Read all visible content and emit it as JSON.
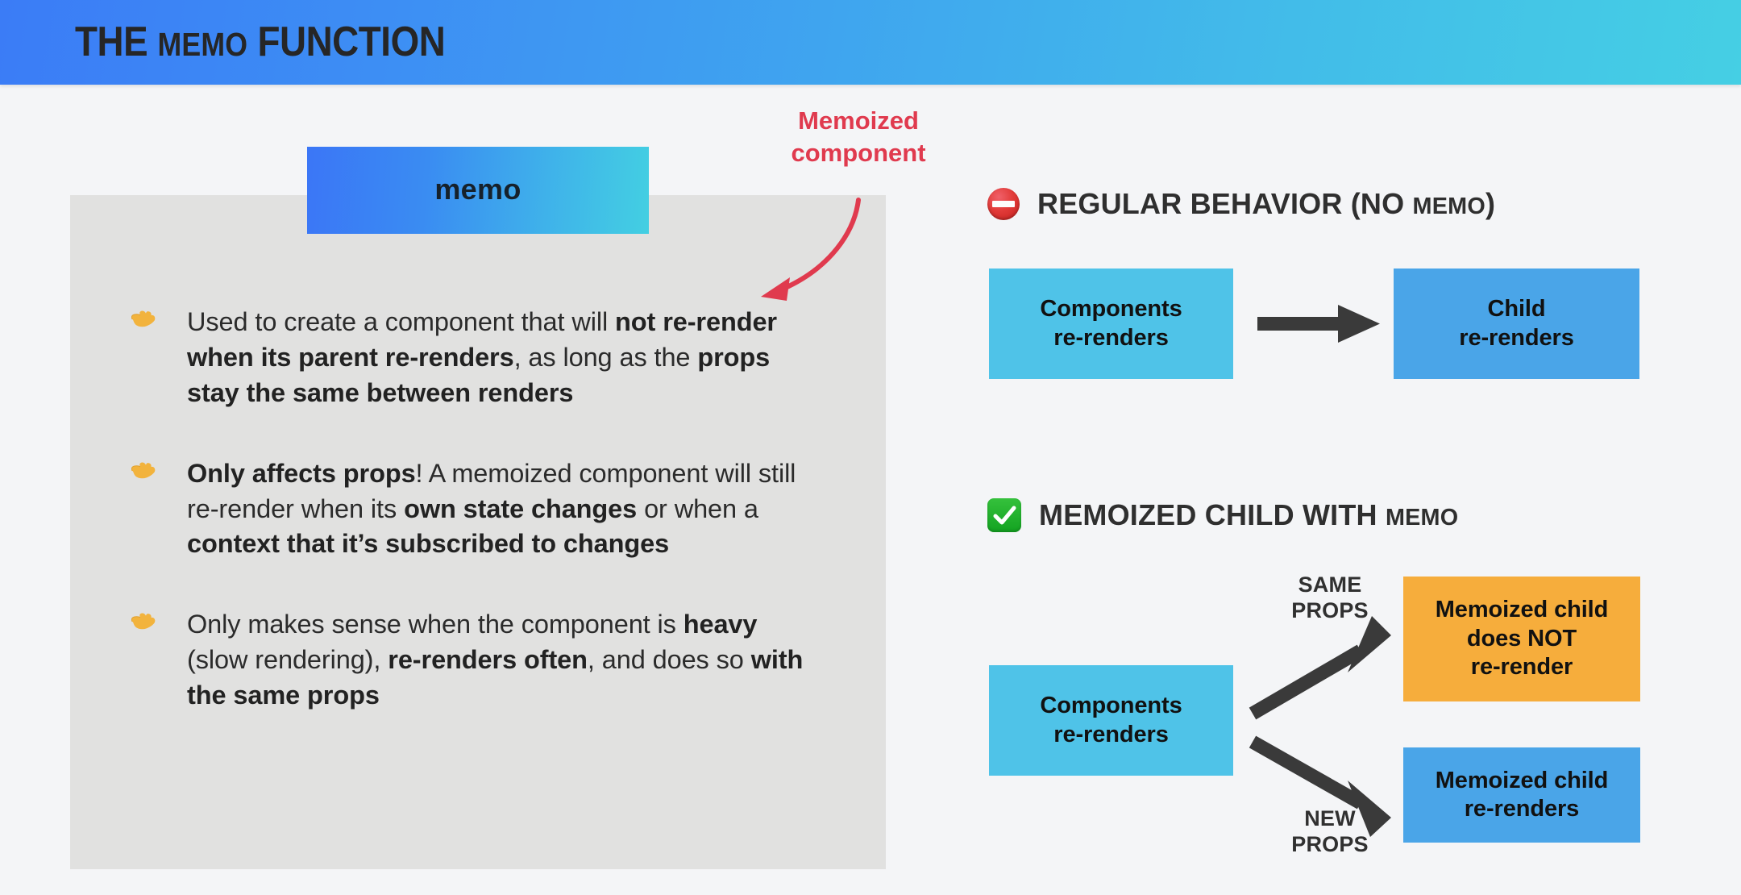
{
  "header": {
    "title_prefix": "THE ",
    "title_keyword": "MEMO",
    "title_suffix": " FUNCTION",
    "gradient_from": "#3b7cf6",
    "gradient_to": "#45cfe4"
  },
  "memo_badge": {
    "label": "memo",
    "gradient_from": "#3b76f6",
    "gradient_to": "#43cfe2"
  },
  "annotation": {
    "line1": "Memoized",
    "line2": "component",
    "color": "#e03a4e",
    "arrow_icon": "curved-arrow-icon"
  },
  "left_panel": {
    "background": "#e1e1e0",
    "bullet_icon": "pointing-hand-icon",
    "bullets": [
      {
        "id": "bullet-1",
        "parts": [
          {
            "text": "Used to create a component that will ",
            "bold": false
          },
          {
            "text": "not re-render when its parent re-renders",
            "bold": true
          },
          {
            "text": ", as long as the ",
            "bold": false
          },
          {
            "text": "props stay the same between renders",
            "bold": true
          }
        ]
      },
      {
        "id": "bullet-2",
        "parts": [
          {
            "text": "Only affects props",
            "bold": true
          },
          {
            "text": "! A memoized component will still re-render when its ",
            "bold": false
          },
          {
            "text": "own state changes",
            "bold": true
          },
          {
            "text": " or when a ",
            "bold": false
          },
          {
            "text": "context that it’s subscribed to changes",
            "bold": true
          }
        ]
      },
      {
        "id": "bullet-3",
        "parts": [
          {
            "text": "Only makes sense when the component is ",
            "bold": false
          },
          {
            "text": "heavy",
            "bold": true
          },
          {
            "text": " (slow rendering), ",
            "bold": false
          },
          {
            "text": "re-renders often",
            "bold": true
          },
          {
            "text": ", and does so ",
            "bold": false
          },
          {
            "text": "with the same props",
            "bold": true
          }
        ]
      }
    ]
  },
  "sections": [
    {
      "id": "regular-behavior",
      "icon": "no-entry-icon",
      "heading_prefix": "REGULAR BEHAVIOR (NO ",
      "heading_keyword": "MEMO",
      "heading_suffix": ")",
      "boxes": [
        {
          "id": "components-box",
          "line1": "Components",
          "line2": "re-renders",
          "color": "#4fc3e8"
        },
        {
          "id": "child-box",
          "line1": "Child",
          "line2": "re-renders",
          "color": "#4aa5e8"
        }
      ],
      "arrow_icon": "right-arrow-icon"
    },
    {
      "id": "memoized-child",
      "icon": "green-check-icon",
      "heading_prefix": "MEMOIZED CHILD WITH ",
      "heading_keyword": "MEMO",
      "heading_suffix": "",
      "boxes": [
        {
          "id": "components-box-2",
          "line1": "Components",
          "line2": "re-renders",
          "color": "#4fc3e8"
        },
        {
          "id": "memoized-no-rerender-box",
          "line1": "Memoized child",
          "line2": "does NOT",
          "line3": "re-render",
          "color": "#f6ad3c"
        },
        {
          "id": "memoized-rerender-box",
          "line1": "Memoized child",
          "line2": "re-renders",
          "color": "#4aa5e8"
        }
      ],
      "flow_labels": [
        {
          "id": "same-props-label",
          "line1": "SAME",
          "line2": "PROPS"
        },
        {
          "id": "new-props-label",
          "line1": "NEW",
          "line2": "PROPS"
        }
      ],
      "arrow_icon": "branch-arrow-icon"
    }
  ]
}
